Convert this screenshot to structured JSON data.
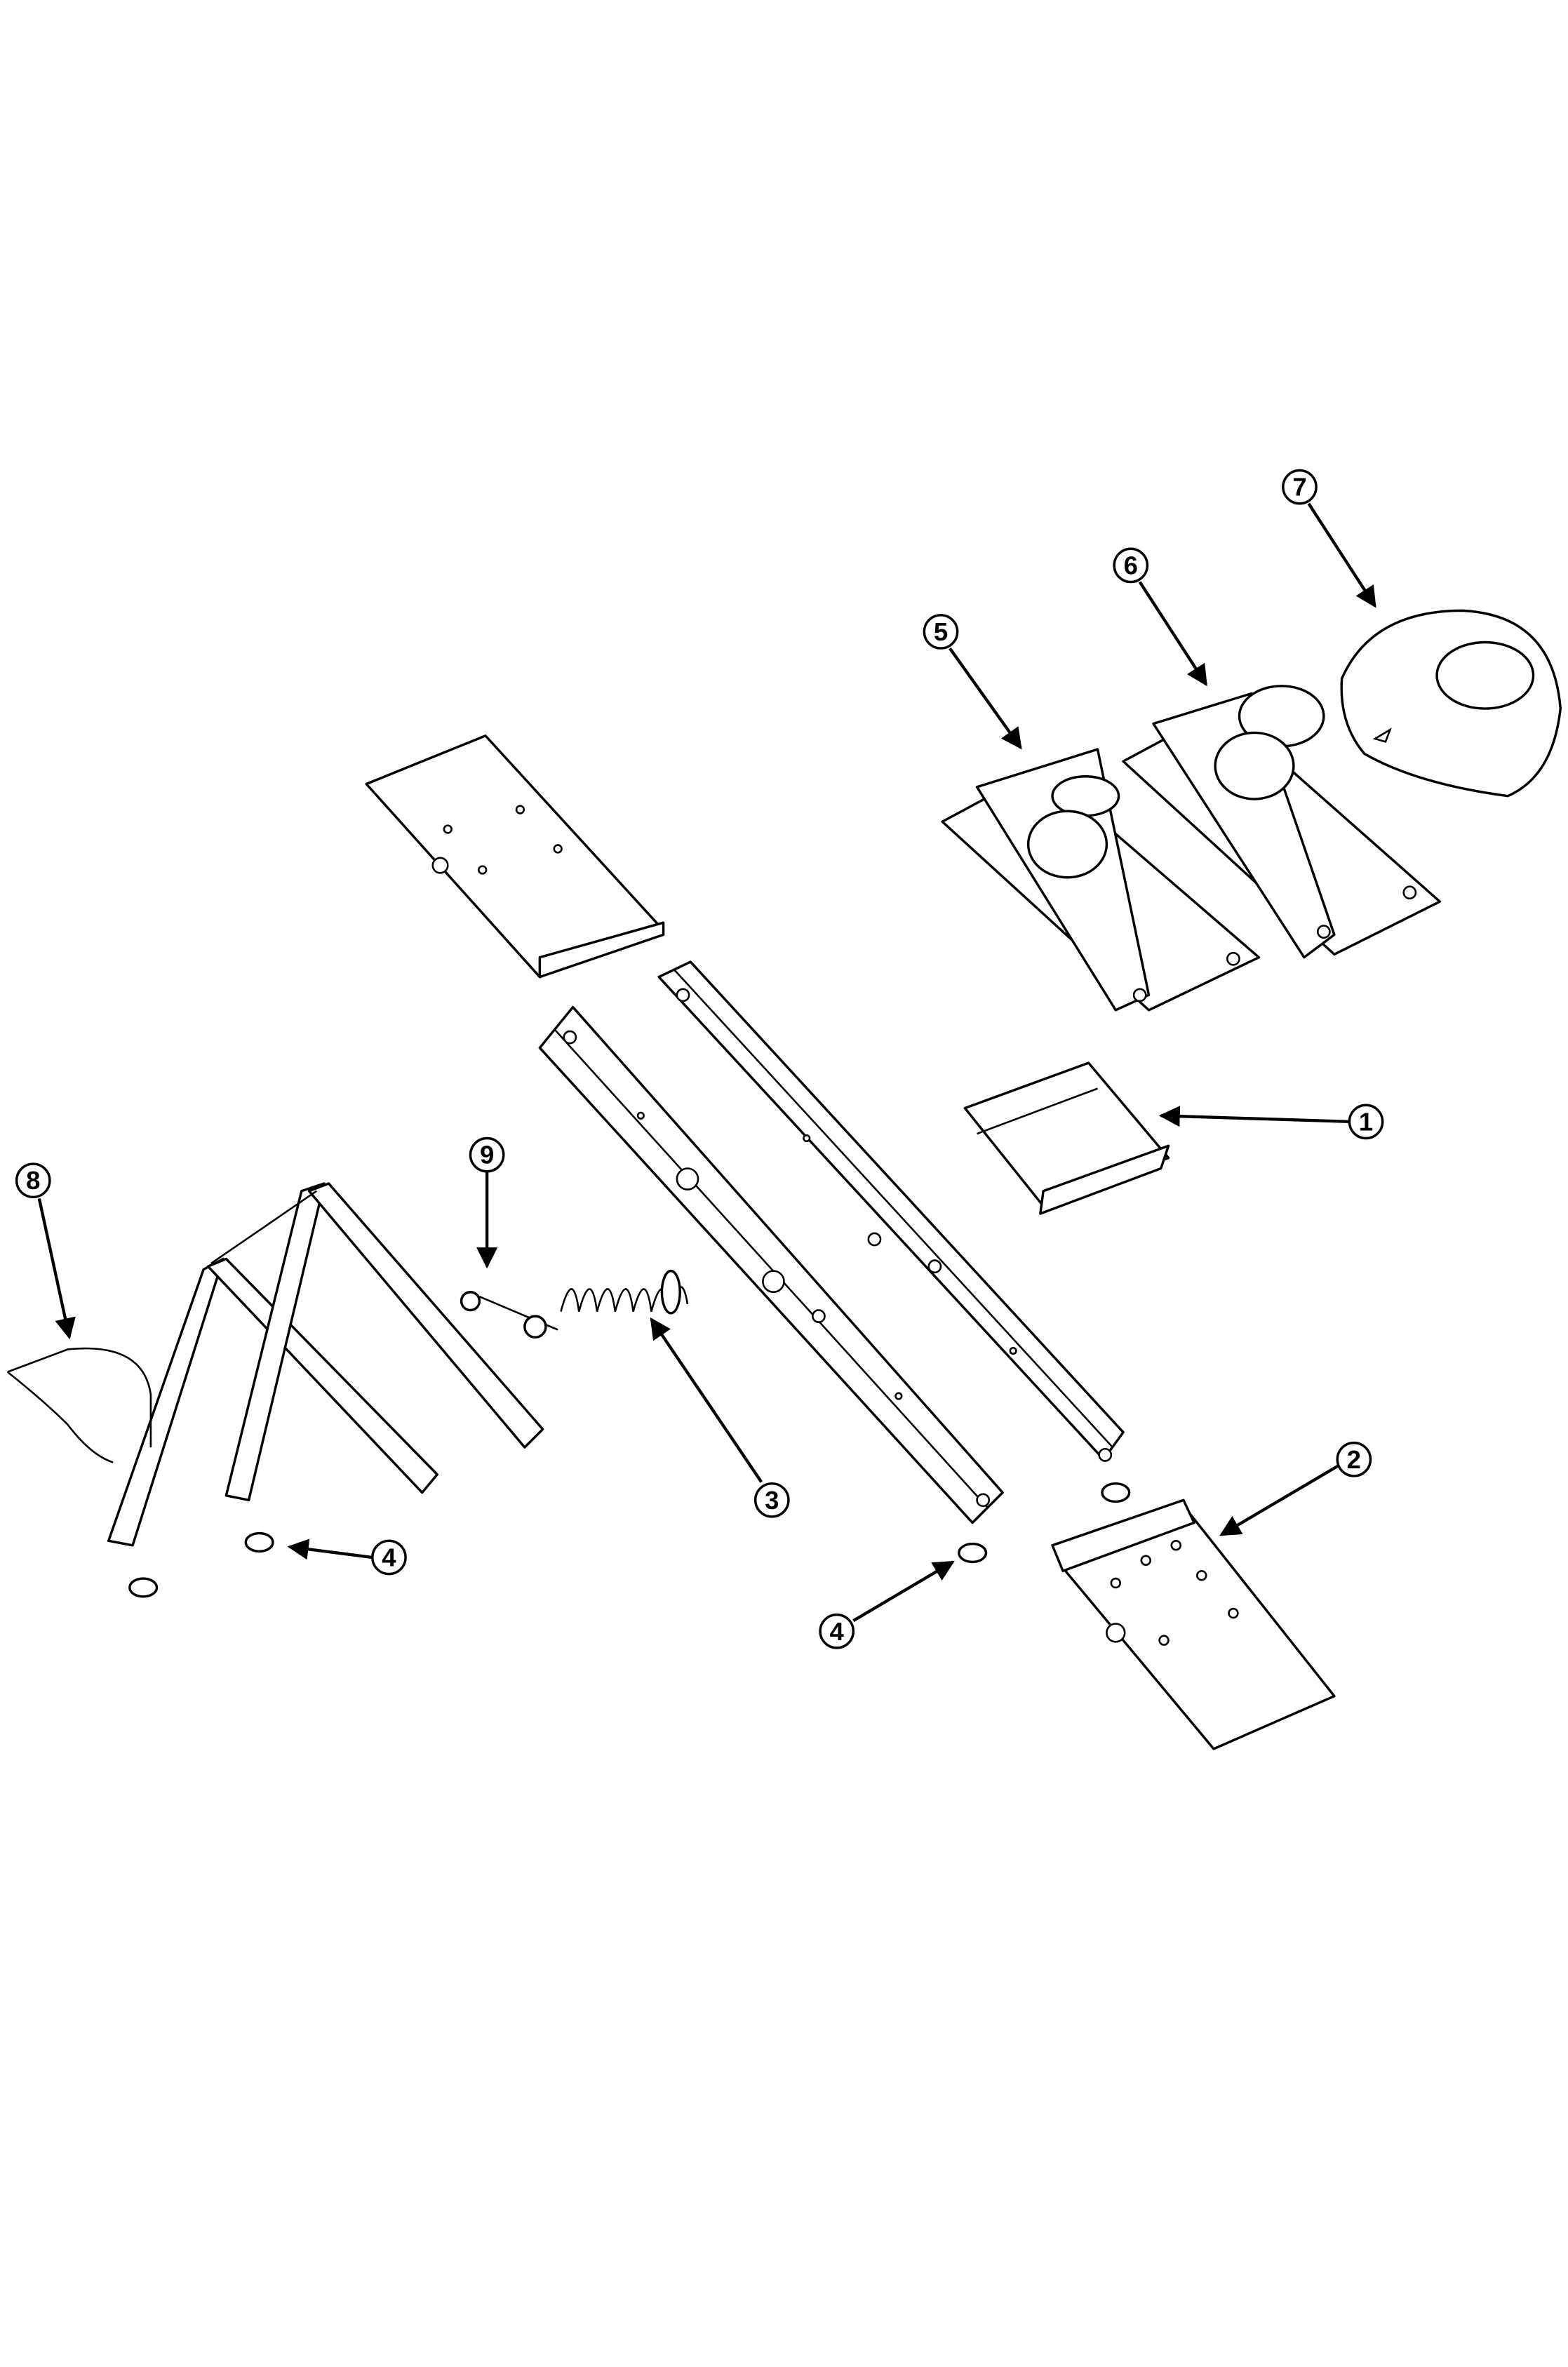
{
  "diagram": {
    "type": "exploded-parts-diagram",
    "callouts": [
      {
        "id": "callout-1",
        "label": "1"
      },
      {
        "id": "callout-2",
        "label": "2"
      },
      {
        "id": "callout-3",
        "label": "3"
      },
      {
        "id": "callout-4a",
        "label": "4"
      },
      {
        "id": "callout-4b",
        "label": "4"
      },
      {
        "id": "callout-5",
        "label": "5"
      },
      {
        "id": "callout-6",
        "label": "6"
      },
      {
        "id": "callout-7",
        "label": "7"
      },
      {
        "id": "callout-8",
        "label": "8"
      },
      {
        "id": "callout-9",
        "label": "9"
      }
    ]
  }
}
